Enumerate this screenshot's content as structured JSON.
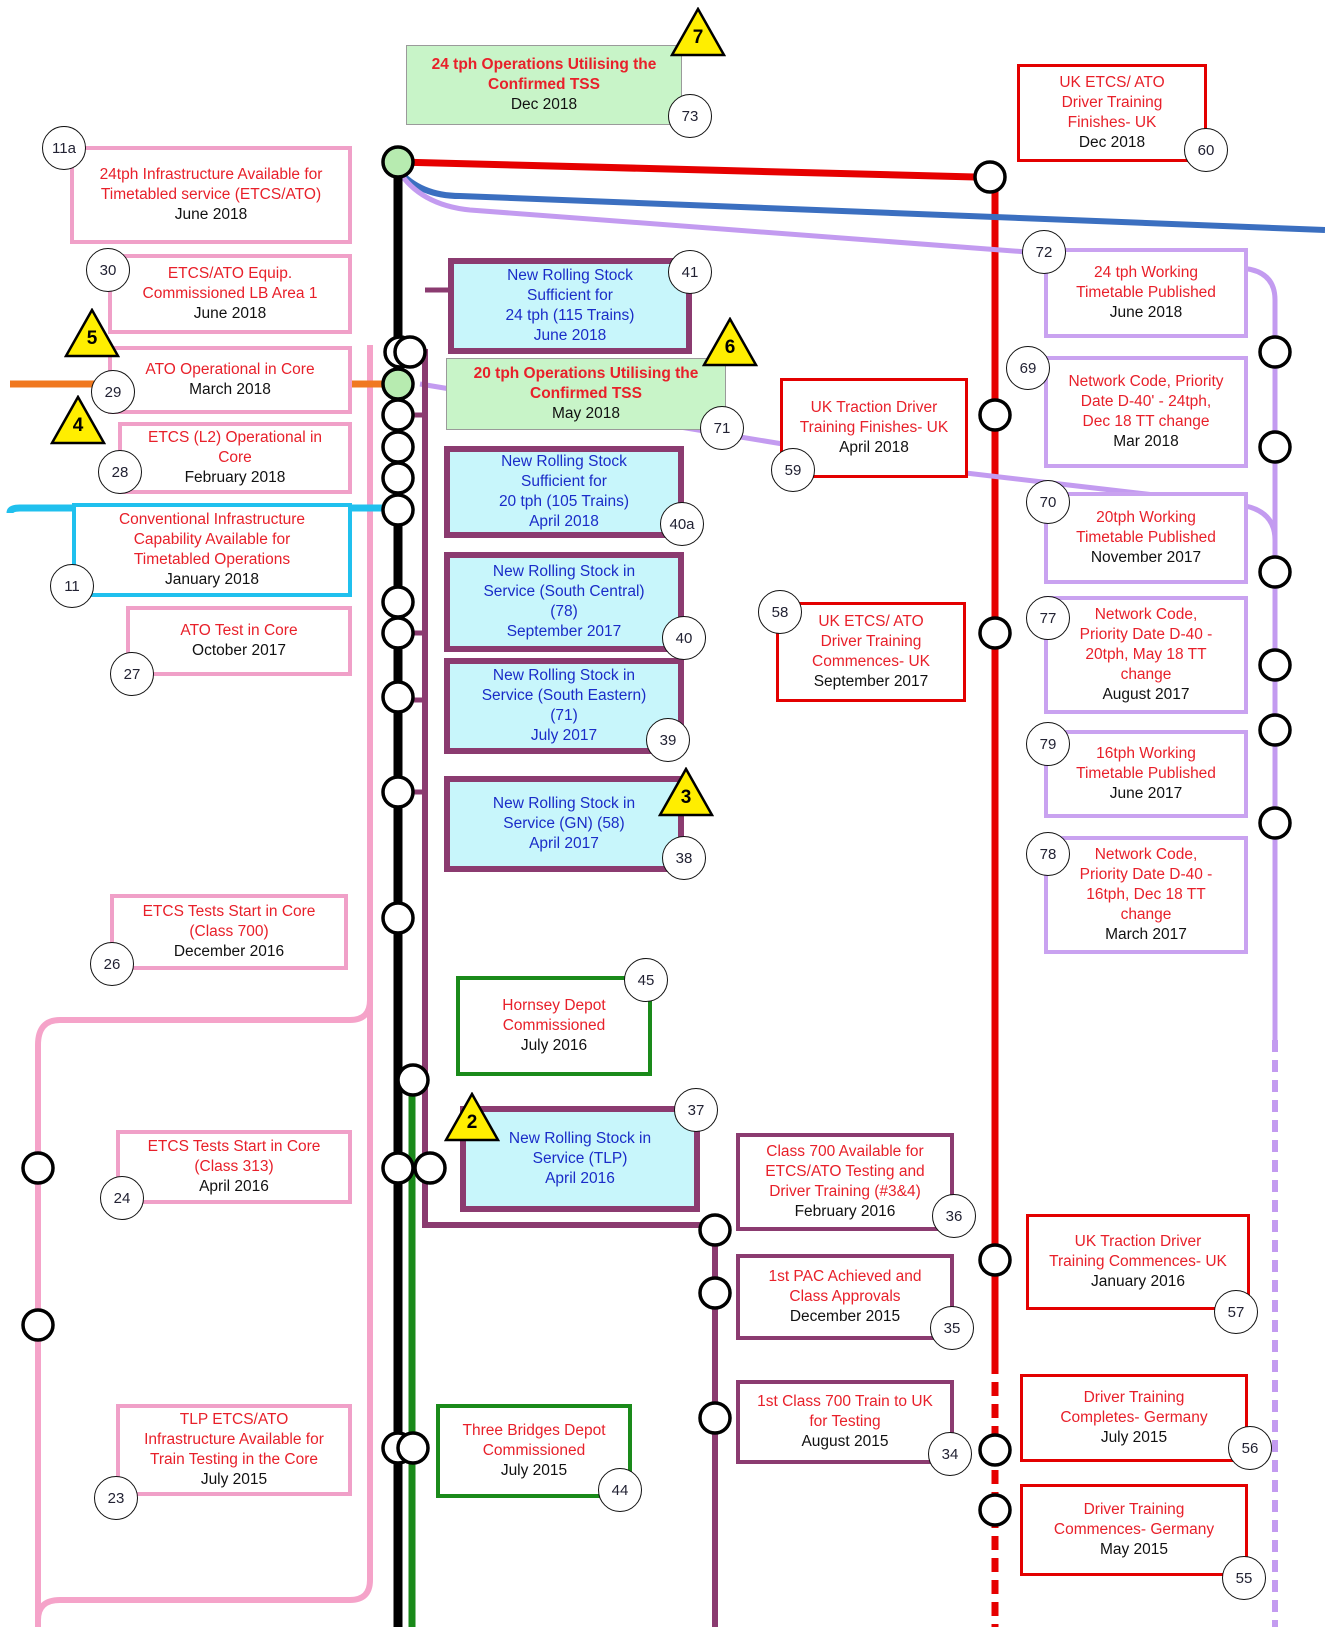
{
  "m73": {
    "num": "73",
    "title": "24 tph Operations Utilising the\nConfirmed TSS",
    "date": "Dec 2018"
  },
  "m60": {
    "num": "60",
    "title": "UK ETCS/ ATO\nDriver Training\nFinishes- UK",
    "date": "Dec 2018"
  },
  "m11a": {
    "num": "11a",
    "title": "24tph Infrastructure Available for\nTimetabled service (ETCS/ATO)",
    "date": "June 2018"
  },
  "m30": {
    "num": "30",
    "title": "ETCS/ATO Equip.\nCommissioned LB Area 1",
    "date": "June 2018"
  },
  "m41": {
    "num": "41",
    "title": "New Rolling Stock\nSufficient for\n24 tph (115 Trains)",
    "date": "June 2018"
  },
  "m72": {
    "num": "72",
    "title": "24 tph Working\nTimetable Published",
    "date": "June 2018"
  },
  "m29": {
    "num": "29",
    "title": "ATO Operational in Core",
    "date": "March 2018"
  },
  "m71": {
    "num": "71",
    "title": "20 tph Operations Utilising the\nConfirmed TSS",
    "date": "May 2018"
  },
  "m59": {
    "num": "59",
    "title": "UK Traction Driver\nTraining Finishes- UK",
    "date": "April 2018"
  },
  "m69": {
    "num": "69",
    "title": "Network Code,  Priority\nDate D-40' - 24tph,\nDec 18 TT change",
    "date": "Mar 2018"
  },
  "m28": {
    "num": "28",
    "title": "ETCS (L2) Operational in\nCore",
    "date": "February 2018"
  },
  "m40a": {
    "num": "40a",
    "title": "New Rolling Stock\nSufficient for\n20 tph (105 Trains)",
    "date": "April 2018"
  },
  "m70": {
    "num": "70",
    "title": "20tph Working\nTimetable Published",
    "date": "November 2017"
  },
  "m11": {
    "num": "11",
    "title": "Conventional Infrastructure\nCapability Available for\nTimetabled Operations",
    "date": "January 2018"
  },
  "m40": {
    "num": "40",
    "title": "New Rolling Stock in\nService (South Central)\n(78)",
    "date": "September 2017"
  },
  "m58": {
    "num": "58",
    "title": "UK ETCS/ ATO\nDriver Training\nCommences- UK",
    "date": "September 2017"
  },
  "m27": {
    "num": "27",
    "title": "ATO Test in Core",
    "date": "October 2017"
  },
  "m77": {
    "num": "77",
    "title": "Network Code,\nPriority Date D-40 -\n20tph, May 18 TT\nchange",
    "date": "August 2017"
  },
  "m39": {
    "num": "39",
    "title": "New Rolling Stock in\nService (South Eastern)\n(71)",
    "date": "July 2017"
  },
  "m79": {
    "num": "79",
    "title": "16tph Working\nTimetable Published",
    "date": "June 2017"
  },
  "m38": {
    "num": "38",
    "title": "New Rolling Stock in\nService (GN) (58)",
    "date": "April 2017"
  },
  "m78": {
    "num": "78",
    "title": "Network Code,\nPriority Date D-40 -\n16tph, Dec 18 TT\nchange",
    "date": "March 2017"
  },
  "m26": {
    "num": "26",
    "title": "ETCS Tests Start in Core\n(Class 700)",
    "date": "December 2016"
  },
  "m45": {
    "num": "45",
    "title": "Hornsey Depot\nCommissioned",
    "date": "July 2016"
  },
  "m24": {
    "num": "24",
    "title": "ETCS Tests Start in Core\n(Class 313)",
    "date": "April 2016"
  },
  "m37": {
    "num": "37",
    "title": "New Rolling Stock in\nService (TLP)",
    "date": "April 2016"
  },
  "m36": {
    "num": "36",
    "title": "Class 700 Available for\nETCS/ATO Testing and\nDriver Training (#3&4)",
    "date": "February 2016"
  },
  "m57": {
    "num": "57",
    "title": "UK Traction Driver\nTraining Commences- UK",
    "date": "January 2016"
  },
  "m35": {
    "num": "35",
    "title": "1st PAC Achieved and\nClass Approvals",
    "date": "December 2015"
  },
  "m56": {
    "num": "56",
    "title": "Driver Training\nCompletes- Germany",
    "date": "July 2015"
  },
  "m34": {
    "num": "34",
    "title": "1st Class 700 Train to UK\nfor Testing",
    "date": "August 2015"
  },
  "m23": {
    "num": "23",
    "title": "TLP ETCS/ATO\nInfrastructure Available for\nTrain Testing in the Core",
    "date": "July 2015"
  },
  "m44": {
    "num": "44",
    "title": "Three Bridges Depot\nCommissioned",
    "date": "July 2015"
  },
  "m55": {
    "num": "55",
    "title": "Driver Training\nCommences- Germany",
    "date": "May 2015"
  },
  "triangles": {
    "t7": "7",
    "t5": "5",
    "t6": "6",
    "t4": "4",
    "t3": "3",
    "t2": "2"
  }
}
